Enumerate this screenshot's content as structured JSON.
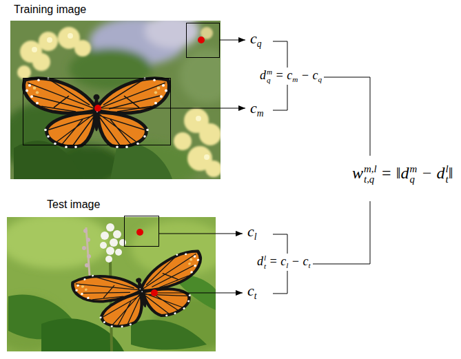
{
  "diagram": {
    "nodes": [
      {
        "text": [
          "Training image"
        ]
      },
      {
        "text": [
          "Test image"
        ]
      }
    ],
    "labels": [
      "cq",
      "cm",
      "dqm = cm − cq",
      "wt,qm,l = ‖dqm − dtl‖",
      "cl",
      "ct",
      "dtl = cl − ct"
    ]
  }
}
